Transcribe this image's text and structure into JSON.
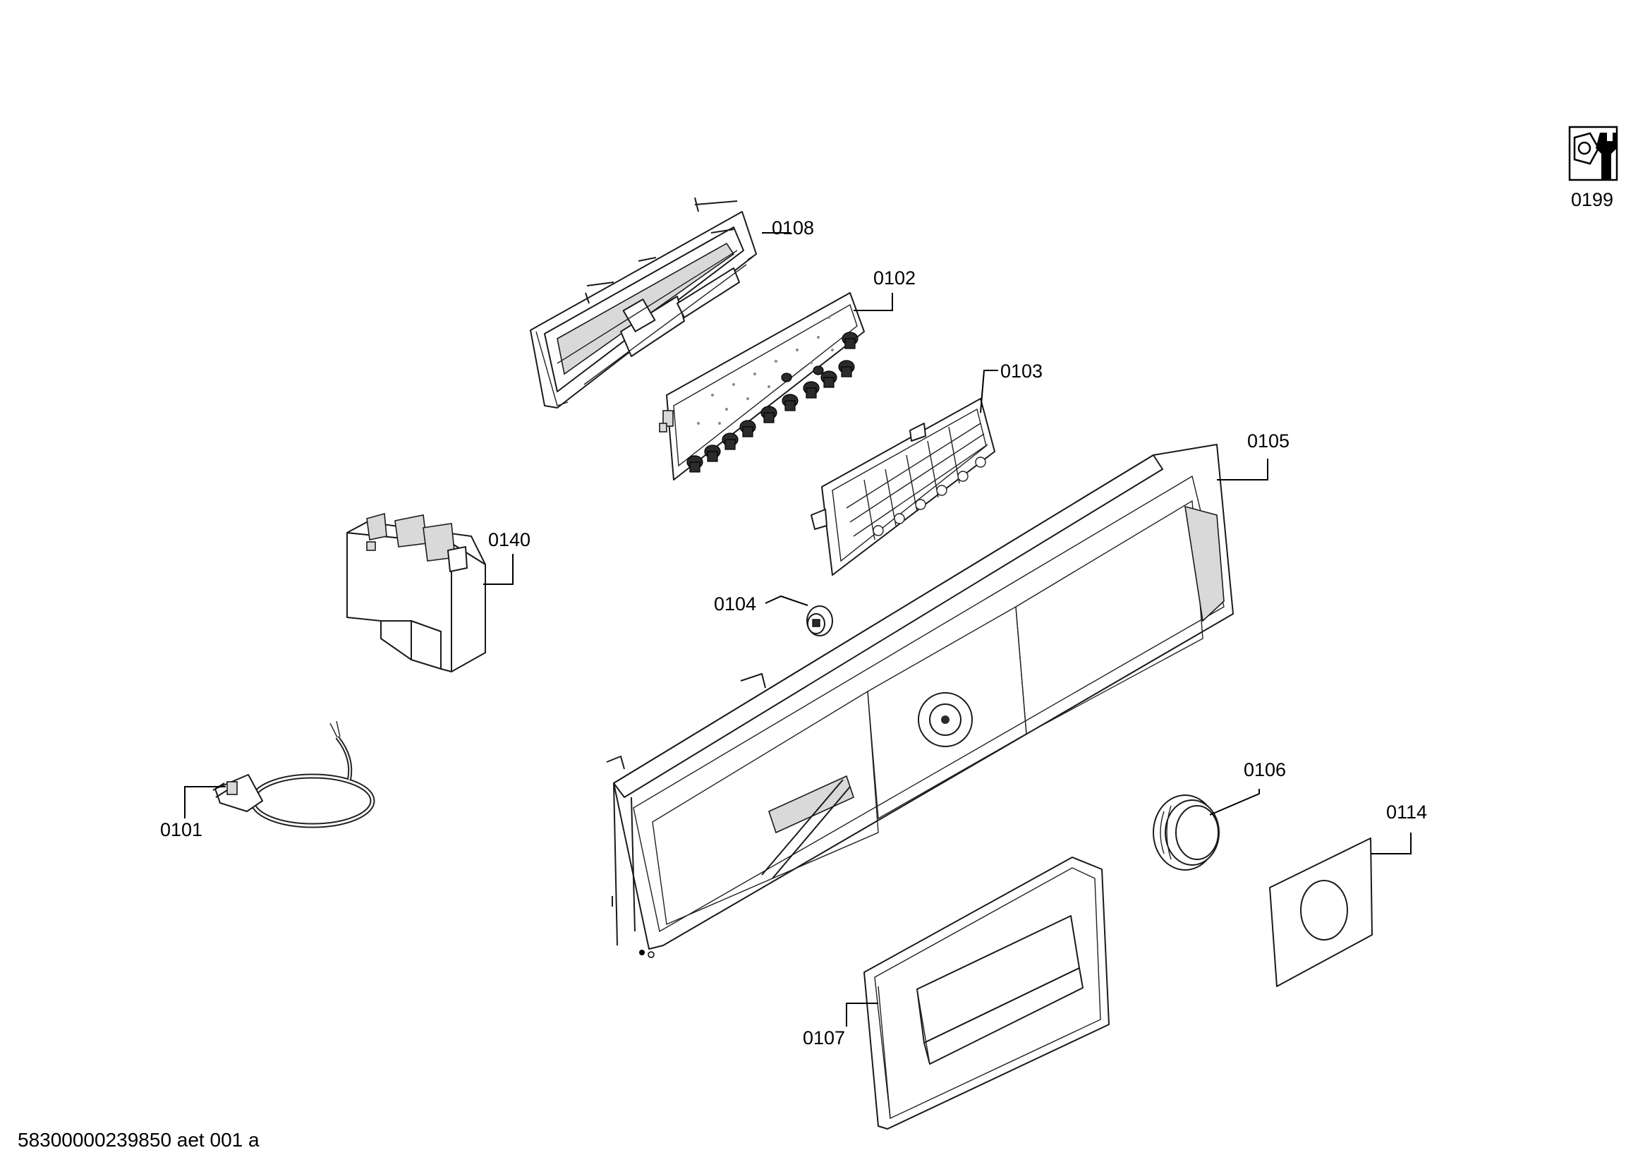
{
  "diagram": {
    "part_labels": {
      "p0108": "0108",
      "p0102": "0102",
      "p0103": "0103",
      "p0105": "0105",
      "p0140": "0140",
      "p0104": "0104",
      "p0101": "0101",
      "p0106": "0106",
      "p0114": "0114",
      "p0107": "0107",
      "p0199": "0199"
    },
    "footer_code": "58300000239850 aet 001 a",
    "icon_0199": "wrench-nut-icon"
  }
}
